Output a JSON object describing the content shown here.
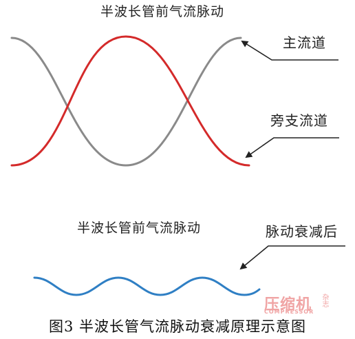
{
  "top_panel": {
    "title": "半波长管前气流脉动",
    "main_channel_label": "主流道",
    "bypass_channel_label": "旁支流道",
    "main_channel_color": "#8a8a8a",
    "bypass_channel_color": "#d42a2a"
  },
  "bottom_panel": {
    "title": "半波长管前气流脉动",
    "attenuated_label": "脉动衰减后",
    "attenuated_color": "#2f7fc4"
  },
  "caption": "图3 半波长管气流脉动衰减原理示意图",
  "watermark": {
    "main": "压缩机",
    "side": "杂志",
    "english": "COMPRESSOR"
  }
}
